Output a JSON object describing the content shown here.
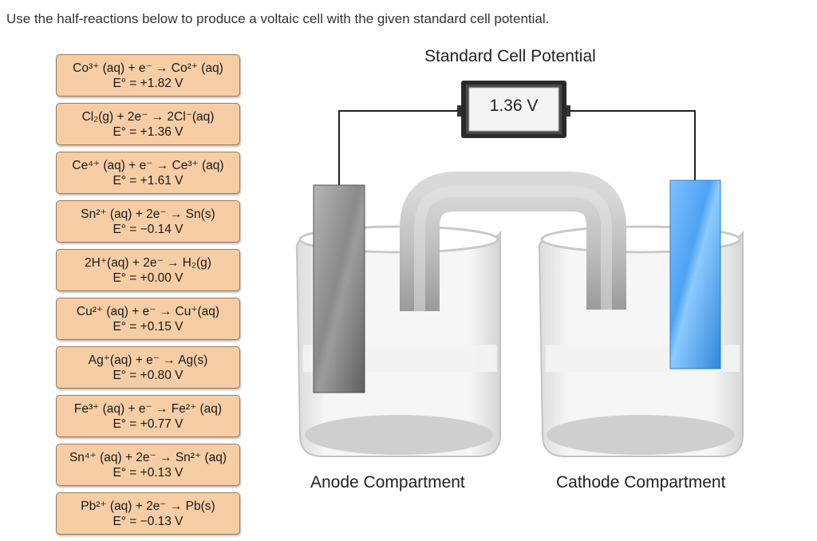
{
  "instruction": "Use the half-reactions below to produce a voltaic cell with the given standard cell potential.",
  "half_reactions": [
    {
      "equation": "Co³⁺ (aq) + e⁻ → Co²⁺ (aq)",
      "potential": "E° = +1.82 V"
    },
    {
      "equation": "Cl₂(g) + 2e⁻ → 2Cl⁻(aq)",
      "potential": "E° = +1.36 V"
    },
    {
      "equation": "Ce⁴⁺ (aq) + e⁻ → Ce³⁺ (aq)",
      "potential": "E° = +1.61 V"
    },
    {
      "equation": "Sn²⁺ (aq) + 2e⁻ → Sn(s)",
      "potential": "E° = −0.14 V"
    },
    {
      "equation": "2H⁺(aq) + 2e⁻ → H₂(g)",
      "potential": "E° = +0.00 V"
    },
    {
      "equation": "Cu²⁺ (aq) + e⁻ → Cu⁺(aq)",
      "potential": "E° = +0.15 V"
    },
    {
      "equation": "Ag⁺(aq) + e⁻ → Ag(s)",
      "potential": "E° = +0.80 V"
    },
    {
      "equation": "Fe³⁺ (aq) + e⁻ → Fe²⁺ (aq)",
      "potential": "E° = +0.77 V"
    },
    {
      "equation": "Sn⁴⁺ (aq) + 2e⁻ → Sn²⁺ (aq)",
      "potential": "E° = +0.13 V"
    },
    {
      "equation": "Pb²⁺ (aq) + 2e⁻ → Pb(s)",
      "potential": "E° = −0.13 V"
    }
  ],
  "diagram": {
    "title": "Standard Cell Potential",
    "meter_value": "1.36 V",
    "anode_label": "Anode Compartment",
    "cathode_label": "Cathode Compartment",
    "colors": {
      "card_bg": "#f6cda4",
      "anode_electrode": "#8c8c8c",
      "cathode_electrode": "#5aa8f0",
      "meter_body": "#2a2a2a"
    }
  }
}
